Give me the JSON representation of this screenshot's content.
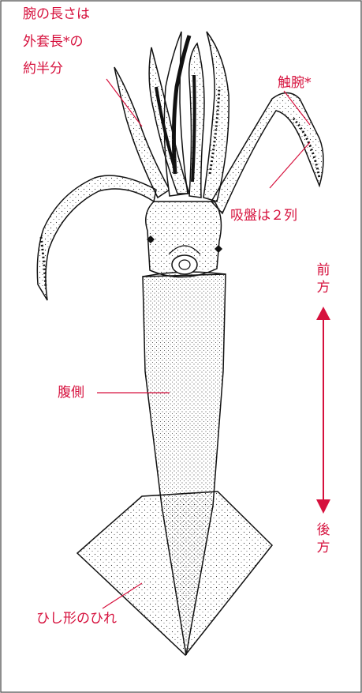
{
  "colors": {
    "accent": "#d6113d",
    "ink": "#111111",
    "border": "#444444"
  },
  "labels": {
    "arm_length_line1": "腕の長さは",
    "arm_length_line2": "外套長*の",
    "arm_length_line3": "約半分",
    "tentacle": "触腕*",
    "suckers": "吸盤は２列",
    "ventral": "腹側",
    "fin": "ひし形のひれ",
    "front_char1": "前",
    "front_char2": "方",
    "back_char1": "後",
    "back_char2": "方"
  }
}
